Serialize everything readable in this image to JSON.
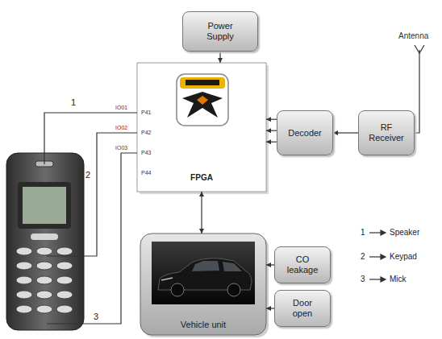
{
  "diagram": {
    "nodes": [
      {
        "text": [
          "Power Supply"
        ]
      },
      {
        "text": [
          "FPGA"
        ]
      },
      {
        "text": [
          "Decoder"
        ]
      },
      {
        "text": [
          "RF Receiver"
        ]
      },
      {
        "text": [
          "Vehicle unit"
        ]
      },
      {
        "text": [
          "CO leakage"
        ]
      },
      {
        "text": [
          "Door open"
        ]
      }
    ],
    "edges": [
      {
        "from": 0,
        "to": 1,
        "arrow": "to"
      },
      {
        "from": 2,
        "to": 1,
        "arrow": "to"
      },
      {
        "from": 2,
        "to": 1,
        "arrow": "to"
      },
      {
        "from": 2,
        "to": 1,
        "arrow": "to"
      },
      {
        "from": 3,
        "to": 2,
        "arrow": "to"
      },
      {
        "from": 1,
        "to": 4,
        "arrow": "both"
      },
      {
        "from": 5,
        "to": 4,
        "arrow": "to"
      },
      {
        "from": 6,
        "to": 4,
        "arrow": "to"
      }
    ],
    "labels": [
      "Antenna",
      "1",
      "2",
      "3",
      "IO01",
      "IO02",
      "IO03",
      "P41",
      "P42",
      "P43",
      "P44",
      "1",
      "Speaker",
      "2",
      "Keypad",
      "3",
      "Mick"
    ]
  }
}
